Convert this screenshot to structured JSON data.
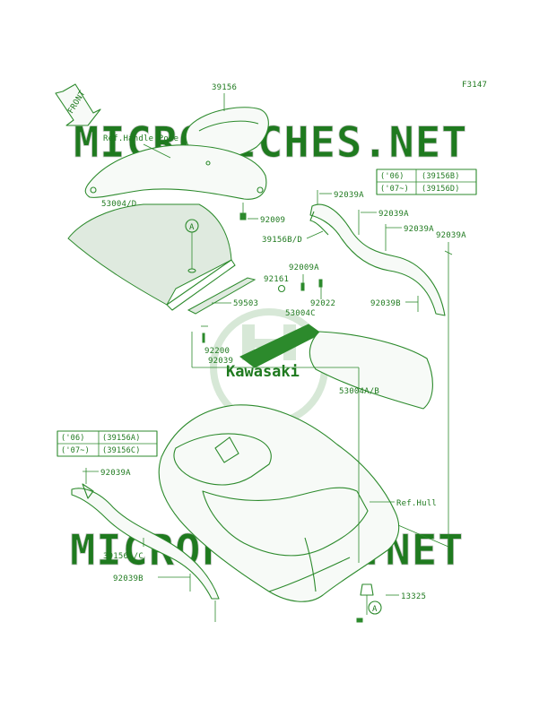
{
  "figure_code": "F3147",
  "front_arrow": "FRONT",
  "watermarks": {
    "site_top": "MICROFICHES.NET",
    "site_bottom": "MICROFICHES.NET",
    "brand": "Kawasaki"
  },
  "callout_marker": "A",
  "labels": {
    "p39156": "39156",
    "ref_handle_pole": "Ref.Handle Pole",
    "p53004d": "53004/D",
    "p92009": "92009",
    "p39156bd": "39156B/D",
    "p92039a_1": "92039A",
    "p92039a_2": "92039A",
    "p92039a_3": "92039A",
    "p92039a_4": "92039A",
    "p92009a": "92009A",
    "p92161": "92161",
    "p92022": "92022",
    "p53004c": "53004C",
    "p59503": "59503",
    "p92039b_1": "92039B",
    "p92200": "92200",
    "p92039": "92039",
    "p53004ab": "53004A/B",
    "ref_hull": "Ref.Hull",
    "p92039a_5": "92039A",
    "p39156ac": "39156A/C",
    "p92039b_2": "92039B",
    "p13325": "13325"
  },
  "variant_table_right": [
    {
      "year": "('06)",
      "part": "(39156B)"
    },
    {
      "year": "('07~)",
      "part": "(39156D)"
    }
  ],
  "variant_table_left": [
    {
      "year": "('06)",
      "part": "(39156A)"
    },
    {
      "year": "('07~)",
      "part": "(39156C)"
    }
  ],
  "colors": {
    "line": "#2c8a2c",
    "text": "#1f7a1f",
    "watermark": "#d0d0d0"
  }
}
